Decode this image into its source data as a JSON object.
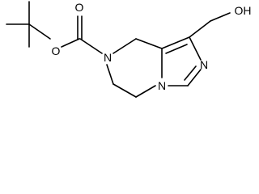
{
  "molecule": {
    "atoms": [
      {
        "id": "o_ester",
        "label": "O"
      },
      {
        "id": "o_carbonyl",
        "label": "O"
      },
      {
        "id": "n_carbamate",
        "label": "N"
      },
      {
        "id": "n_fused",
        "label": "N"
      },
      {
        "id": "n_imine",
        "label": "N"
      },
      {
        "id": "o_hydroxyl",
        "label": "OH"
      }
    ]
  }
}
